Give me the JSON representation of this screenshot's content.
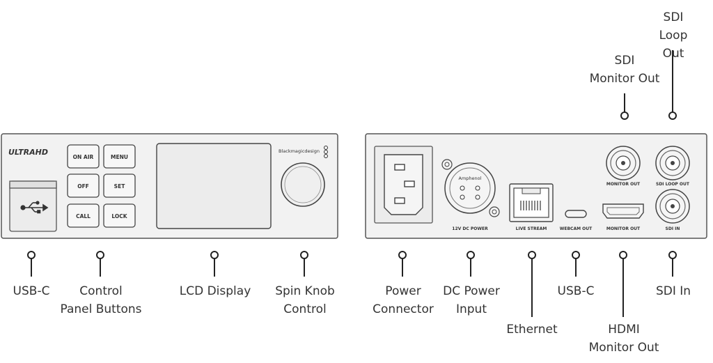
{
  "front_panel": {
    "brand_logo": "ULTRAHD",
    "maker_logo": "Blackmagicdesign",
    "usb_icon": "usb-icon",
    "buttons": [
      "ON AIR",
      "MENU",
      "OFF",
      "SET",
      "CALL",
      "LOCK"
    ]
  },
  "rear_panel": {
    "xlr_brand": "Amphenol",
    "port_labels": {
      "dc_power": "12V DC POWER",
      "live_stream": "LIVE STREAM",
      "webcam_out": "WEBCAM OUT",
      "hdmi_monitor_out": "MONITOR OUT",
      "sdi_monitor_out": "MONITOR OUT",
      "sdi_loop_out": "SDI LOOP OUT",
      "sdi_in": "SDI IN"
    }
  },
  "callouts": {
    "front_usb_c": "USB-C",
    "control_panel_buttons": "Control\nPanel Buttons",
    "lcd_display": "LCD Display",
    "spin_knob": "Spin Knob\nControl",
    "power_connector": "Power\nConnector",
    "dc_power_input": "DC Power\nInput",
    "ethernet": "Ethernet",
    "rear_usb_c": "USB-C",
    "hdmi_monitor_out": "HDMI\nMonitor Out",
    "sdi_in": "SDI In",
    "sdi_monitor_out": "SDI\nMonitor Out",
    "sdi_loop_out": "SDI\nLoop Out"
  },
  "colors": {
    "line": "#222222",
    "panel_fill": "#f2f2f2",
    "panel_stroke": "#555555"
  }
}
